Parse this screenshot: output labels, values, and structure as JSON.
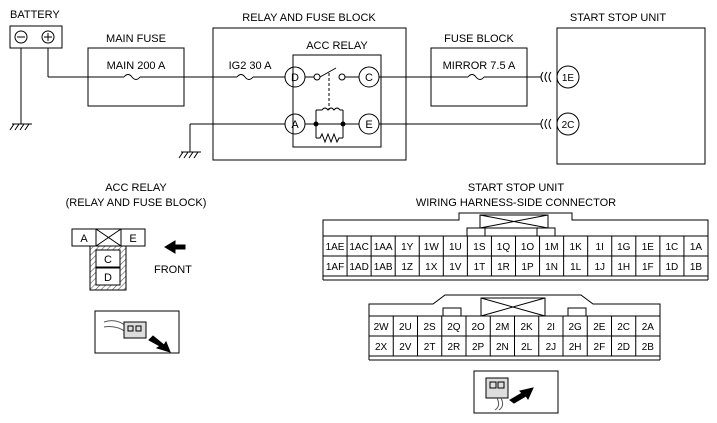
{
  "schematic": {
    "battery_label": "BATTERY",
    "battery_minus": "⊖",
    "battery_plus": "⊕",
    "main_fuse_title": "MAIN FUSE",
    "main_fuse_value": "MAIN 200 A",
    "relay_block_title": "RELAY AND FUSE BLOCK",
    "acc_relay_title": "ACC RELAY",
    "ig2_label": "IG2 30 A",
    "term_d": "D",
    "term_c": "C",
    "term_a": "A",
    "term_e": "E",
    "fuse_block_title": "FUSE BLOCK",
    "mirror_label": "MIRROR 7.5 A",
    "start_stop_title": "START STOP UNIT",
    "pin_1e": "1E",
    "pin_2c": "2C"
  },
  "acc_connector": {
    "title_line1": "ACC RELAY",
    "title_line2": "(RELAY AND FUSE BLOCK)",
    "term_a": "A",
    "term_e": "E",
    "term_c": "C",
    "term_d": "D",
    "front_label": "FRONT"
  },
  "ssu_connector": {
    "title_line1": "START STOP UNIT",
    "title_line2": "WIRING HARNESS-SIDE CONNECTOR",
    "row1": [
      "1AE",
      "1AC",
      "1AA",
      "1Y",
      "1W",
      "1U",
      "1S",
      "1Q",
      "1O",
      "1M",
      "1K",
      "1I",
      "1G",
      "1E",
      "1C",
      "1A"
    ],
    "row2": [
      "1AF",
      "1AD",
      "1AB",
      "1Z",
      "1X",
      "1V",
      "1T",
      "1R",
      "1P",
      "1N",
      "1L",
      "1J",
      "1H",
      "1F",
      "1D",
      "1B"
    ],
    "row3": [
      "2W",
      "2U",
      "2S",
      "2Q",
      "2O",
      "2M",
      "2K",
      "2I",
      "2G",
      "2E",
      "2C",
      "2A"
    ],
    "row4": [
      "2X",
      "2V",
      "2T",
      "2R",
      "2P",
      "2N",
      "2L",
      "2J",
      "2H",
      "2F",
      "2D",
      "2B"
    ]
  },
  "colors": {
    "line": "#000000",
    "hatch": "#555555"
  },
  "icons": [
    "fuse-symbol-icon",
    "ground-icon",
    "relay-coil-icon",
    "connector-photo-icon",
    "front-arrow-icon"
  ]
}
